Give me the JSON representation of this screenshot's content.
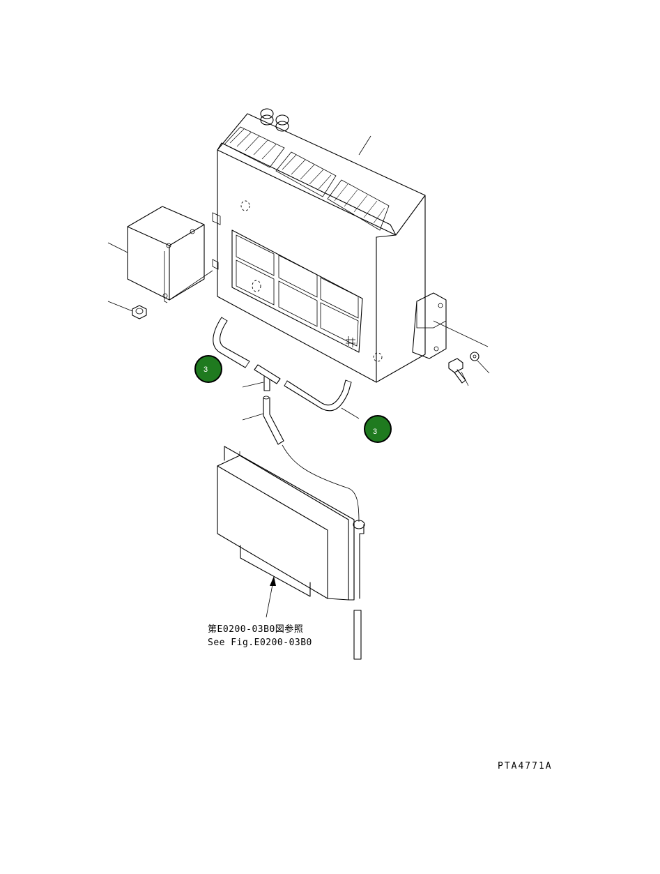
{
  "diagram": {
    "drawing_code": "PTA4771A",
    "reference_note": {
      "line_jp": "第E0200-03B0図参照",
      "line_en": "See Fig.E0200-03B0"
    },
    "callouts": [
      {
        "label": "3",
        "color": "#1f7a1f"
      },
      {
        "label": "3",
        "color": "#1f7a1f"
      }
    ]
  }
}
